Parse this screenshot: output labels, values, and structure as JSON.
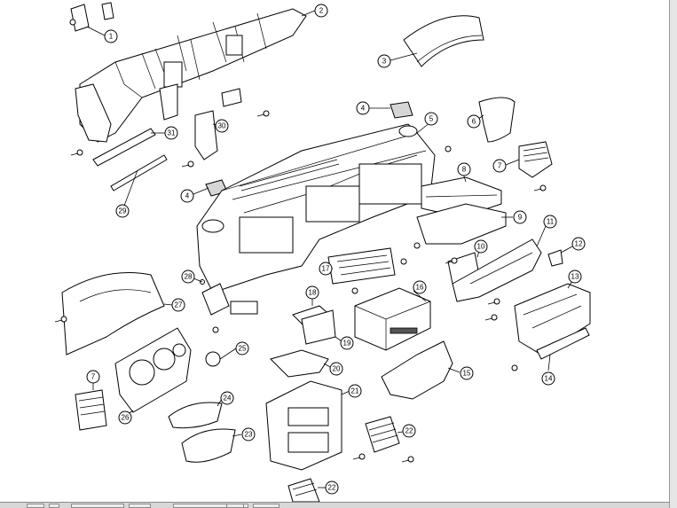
{
  "callouts": [
    {
      "label": "1"
    },
    {
      "label": "2"
    },
    {
      "label": "3"
    },
    {
      "label": "4"
    },
    {
      "label": "5"
    },
    {
      "label": "6"
    },
    {
      "label": "7"
    },
    {
      "label": "8"
    },
    {
      "label": "9"
    },
    {
      "label": "10"
    },
    {
      "label": "11"
    },
    {
      "label": "12"
    },
    {
      "label": "13"
    },
    {
      "label": "14"
    },
    {
      "label": "15"
    },
    {
      "label": "16"
    },
    {
      "label": "17"
    },
    {
      "label": "18"
    },
    {
      "label": "19"
    },
    {
      "label": "20"
    },
    {
      "label": "21"
    },
    {
      "label": "22"
    },
    {
      "label": "23"
    },
    {
      "label": "24"
    },
    {
      "label": "25"
    },
    {
      "label": "26"
    },
    {
      "label": "27"
    },
    {
      "label": "28"
    },
    {
      "label": "29"
    },
    {
      "label": "30"
    },
    {
      "label": "31"
    },
    {
      "label": "4"
    },
    {
      "label": "7"
    },
    {
      "label": "22"
    }
  ],
  "colors": {
    "line": "#000000",
    "background": "#ffffff",
    "statusbar": "#d8d8d8"
  }
}
